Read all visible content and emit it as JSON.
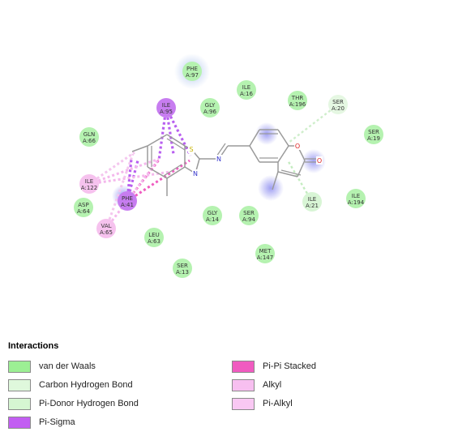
{
  "residues": [
    {
      "id": "phe97",
      "name": "PHE",
      "num": "A:97",
      "type": "vdw",
      "halo": true
    },
    {
      "id": "ile16",
      "name": "ILE",
      "num": "A:16",
      "type": "vdw"
    },
    {
      "id": "thr196",
      "name": "THR",
      "num": "A:196",
      "type": "vdw"
    },
    {
      "id": "ser20",
      "name": "SER",
      "num": "A:20",
      "type": "carbon_hbond"
    },
    {
      "id": "ser19",
      "name": "SER",
      "num": "A:19",
      "type": "vdw"
    },
    {
      "id": "ile95",
      "name": "ILE",
      "num": "A:95",
      "type": "pi_sigma"
    },
    {
      "id": "gly96",
      "name": "GLY",
      "num": "A:96",
      "type": "vdw"
    },
    {
      "id": "gln66",
      "name": "GLN",
      "num": "A:66",
      "type": "vdw"
    },
    {
      "id": "ile122",
      "name": "ILE",
      "num": "A:122",
      "type": "alkyl"
    },
    {
      "id": "asp64",
      "name": "ASP",
      "num": "A:64",
      "type": "vdw"
    },
    {
      "id": "phe41",
      "name": "PHE",
      "num": "A:41",
      "type": "pi_sigma"
    },
    {
      "id": "val65",
      "name": "VAL",
      "num": "A:65",
      "type": "alkyl"
    },
    {
      "id": "leu63",
      "name": "LEU",
      "num": "A:63",
      "type": "vdw"
    },
    {
      "id": "gly14",
      "name": "GLY",
      "num": "A:14",
      "type": "vdw"
    },
    {
      "id": "ser94",
      "name": "SER",
      "num": "A:94",
      "type": "vdw"
    },
    {
      "id": "ile21",
      "name": "ILE",
      "num": "A:21",
      "type": "pi_donor"
    },
    {
      "id": "ile194",
      "name": "ILE",
      "num": "A:194",
      "type": "vdw"
    },
    {
      "id": "met147",
      "name": "MET",
      "num": "A:147",
      "type": "vdw"
    },
    {
      "id": "ser13",
      "name": "SER",
      "num": "A:13",
      "type": "vdw"
    }
  ],
  "atoms": {
    "sulfur": "S",
    "n_ring": "N",
    "n_imine": "N",
    "o_ring": "O",
    "o_carbonyl": "O"
  },
  "colors": {
    "vdw": "#b5f2b0",
    "carbon_hbond": "#e5f7e2",
    "pi_donor": "#d8f5d5",
    "pi_sigma": "#c77df0",
    "pi_pi_stacked": "#f25cc4",
    "alkyl": "#f6c2ee",
    "pi_alkyl": "#f7c7f0",
    "bond": "#9a9a9a",
    "sulfur": "#c8b400",
    "nitrogen": "#3333cc",
    "oxygen": "#dd2222"
  },
  "legend": {
    "title": "Interactions",
    "items": [
      {
        "label": "van der Waals",
        "color": "#9cef94"
      },
      {
        "label": "Carbon Hydrogen Bond",
        "color": "#dff8dc"
      },
      {
        "label": "Pi-Donor Hydrogen Bond",
        "color": "#d6f6d2"
      },
      {
        "label": "Pi-Sigma",
        "color": "#c25ef2"
      },
      {
        "label": "Pi-Pi Stacked",
        "color": "#f05bc0"
      },
      {
        "label": "Alkyl",
        "color": "#f7bff0"
      },
      {
        "label": "Pi-Alkyl",
        "color": "#f9c8f3"
      }
    ]
  }
}
